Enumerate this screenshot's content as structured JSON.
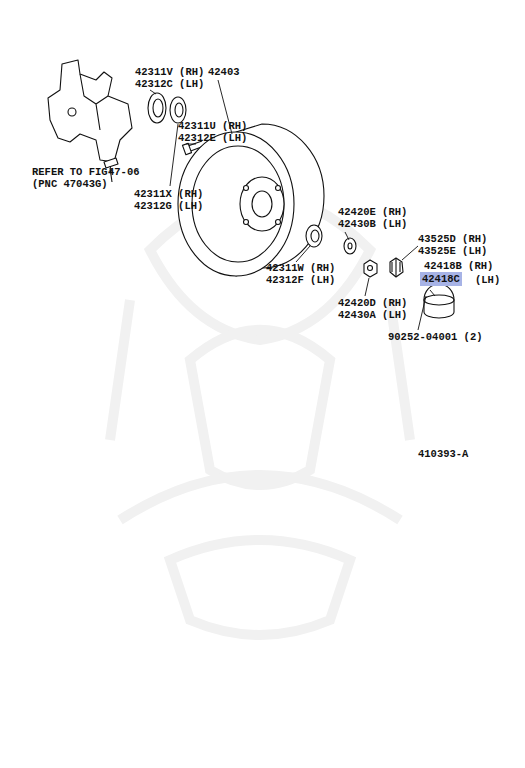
{
  "diagram": {
    "nodes": [
      {
        "text": [
          "42418C"
        ]
      }
    ],
    "labels": [
      "42311V (RH)",
      "42312C (LH)",
      "42403",
      "42311U (RH)",
      "42312E (LH)",
      "REFER TO FIG",
      "(PNC 47043G)",
      "47-06",
      "42311X (RH)",
      "42312G (LH)",
      "42420E (RH)",
      "42430B (LH)",
      "43525D (RH)",
      "43525E (LH)",
      "42418B (RH)",
      "(LH)",
      "42311W (RH)",
      "42312F (LH)",
      "42420D (RH)",
      "42430A (LH)",
      "90252-04001 (2)",
      "410393-A"
    ]
  }
}
